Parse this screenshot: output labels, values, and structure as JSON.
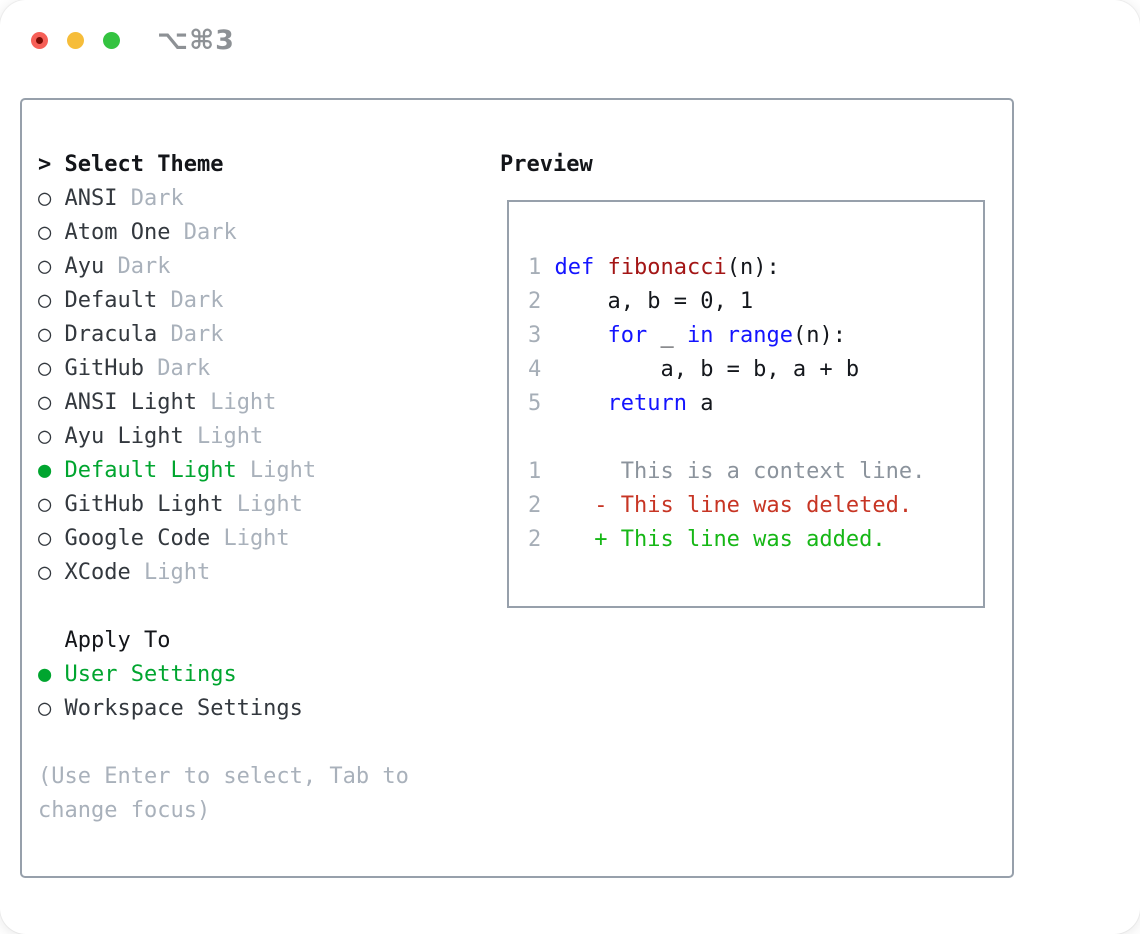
{
  "colors": {
    "border": "#97a0ab",
    "text_primary": "#33383e",
    "text_heading": "#131519",
    "text_muted": "#a9b1bb",
    "line_number": "#a6aeb7",
    "context": "#8b939c",
    "keyword": "#1414ff",
    "function_name": "#a31515",
    "code_plain": "#14171c",
    "selected_green": "#00a52f",
    "added_green": "#16b716",
    "deleted_red": "#c73524",
    "light_red": "#f65f57",
    "light_red_dot": "#790b04",
    "light_yellow": "#f6bd3a",
    "light_green": "#34c340",
    "title_gray": "#8d9195"
  },
  "window": {
    "title": "⌥⌘3"
  },
  "glyphs": {
    "focus_caret": ">",
    "radio_on": "●",
    "radio_off": "○"
  },
  "theme_list": {
    "header": "Select Theme",
    "items": [
      {
        "name": "ANSI",
        "tag": "Dark",
        "selected": false
      },
      {
        "name": "Atom One",
        "tag": "Dark",
        "selected": false
      },
      {
        "name": "Ayu",
        "tag": "Dark",
        "selected": false
      },
      {
        "name": "Default",
        "tag": "Dark",
        "selected": false
      },
      {
        "name": "Dracula",
        "tag": "Dark",
        "selected": false
      },
      {
        "name": "GitHub",
        "tag": "Dark",
        "selected": false
      },
      {
        "name": "ANSI Light",
        "tag": "Light",
        "selected": false
      },
      {
        "name": "Ayu Light",
        "tag": "Light",
        "selected": false
      },
      {
        "name": "Default Light",
        "tag": "Light",
        "selected": true
      },
      {
        "name": "GitHub Light",
        "tag": "Light",
        "selected": false
      },
      {
        "name": "Google Code",
        "tag": "Light",
        "selected": false
      },
      {
        "name": "XCode",
        "tag": "Light",
        "selected": false
      }
    ]
  },
  "apply_to": {
    "header": "Apply To",
    "options": [
      {
        "name": "User Settings",
        "selected": true
      },
      {
        "name": "Workspace Settings",
        "selected": false
      }
    ]
  },
  "help_lines": [
    "(Use Enter to select, Tab to",
    "change focus)"
  ],
  "preview": {
    "label": "Preview",
    "lines": [
      [
        [
          "1 ",
          "num"
        ],
        [
          "def",
          "kw"
        ],
        [
          " ",
          "plain"
        ],
        [
          "fibonacci",
          "fn"
        ],
        [
          "(n):",
          "plain"
        ]
      ],
      [
        [
          "2 ",
          "num"
        ],
        [
          "    a, b = 0, 1",
          "plain"
        ]
      ],
      [
        [
          "3 ",
          "num"
        ],
        [
          "    ",
          "plain"
        ],
        [
          "for",
          "kw"
        ],
        [
          " _ ",
          "plain"
        ],
        [
          "in",
          "kw"
        ],
        [
          " ",
          "plain"
        ],
        [
          "range",
          "kw"
        ],
        [
          "(n):",
          "plain"
        ]
      ],
      [
        [
          "4 ",
          "num"
        ],
        [
          "        a, b = b, a + b",
          "plain"
        ]
      ],
      [
        [
          "5 ",
          "num"
        ],
        [
          "    ",
          "plain"
        ],
        [
          "return",
          "kw"
        ],
        [
          " a",
          "plain"
        ]
      ],
      [],
      [
        [
          "1",
          "num"
        ],
        [
          "      This is a context line.",
          "ctx"
        ]
      ],
      [
        [
          "2",
          "num"
        ],
        [
          "    ",
          "plain"
        ],
        [
          "- This line was deleted.",
          "del"
        ]
      ],
      [
        [
          "2",
          "num"
        ],
        [
          "    ",
          "plain"
        ],
        [
          "+ This line was added.",
          "add"
        ]
      ]
    ]
  }
}
